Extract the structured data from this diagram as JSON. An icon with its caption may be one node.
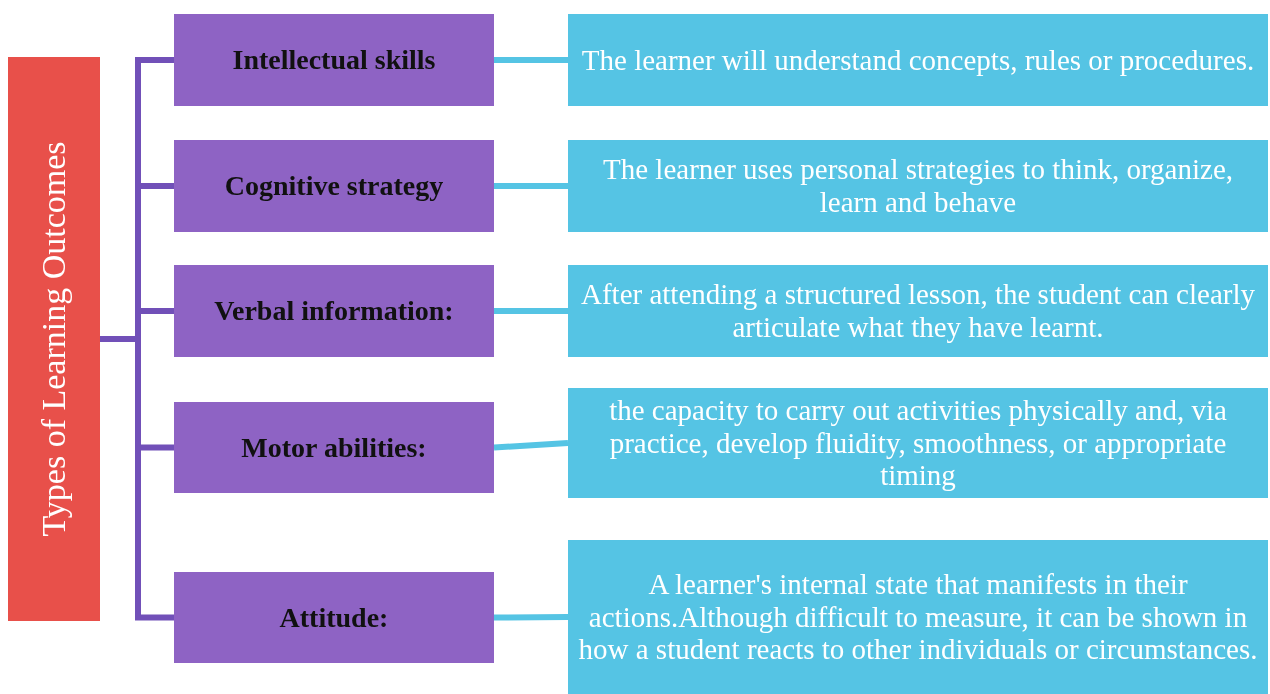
{
  "diagram": {
    "nodes": [
      {
        "text": [
          "Types of Learning Outcomes"
        ]
      },
      {
        "text": [
          "Intellectual skills"
        ]
      },
      {
        "text": [
          "Cognitive strategy"
        ]
      },
      {
        "text": [
          "Verbal information:"
        ]
      },
      {
        "text": [
          "Motor abilities:"
        ]
      },
      {
        "text": [
          "Attitude:"
        ]
      },
      {
        "text": [
          "The learner will understand concepts, rules or procedures."
        ]
      },
      {
        "text": [
          "The learner uses personal strategies to think, organize, learn and behave"
        ]
      },
      {
        "text": [
          "After attending a structured lesson, the student can clearly articulate what they have learnt."
        ]
      },
      {
        "text": [
          "the capacity to carry out activities physically and, via practice, develop fluidity, smoothness, or appropriate timing"
        ]
      },
      {
        "text": [
          "A learner's internal state that manifests in their actions.Although difficult to measure, it can be shown in how a student reacts to other individuals or circumstances."
        ]
      }
    ],
    "edges": [
      {
        "from": 0,
        "to": 1,
        "arrow": "none"
      },
      {
        "from": 0,
        "to": 2,
        "arrow": "none"
      },
      {
        "from": 0,
        "to": 3,
        "arrow": "none"
      },
      {
        "from": 0,
        "to": 4,
        "arrow": "none"
      },
      {
        "from": 0,
        "to": 5,
        "arrow": "none"
      },
      {
        "from": 1,
        "to": 6,
        "arrow": "none",
        "color": "#55c4e4"
      },
      {
        "from": 2,
        "to": 7,
        "arrow": "none",
        "color": "#55c4e4"
      },
      {
        "from": 3,
        "to": 8,
        "arrow": "none",
        "color": "#55c4e4"
      },
      {
        "from": 4,
        "to": 9,
        "arrow": "none",
        "color": "#55c4e4"
      },
      {
        "from": 5,
        "to": 10,
        "arrow": "none",
        "color": "#55c4e4"
      }
    ]
  }
}
